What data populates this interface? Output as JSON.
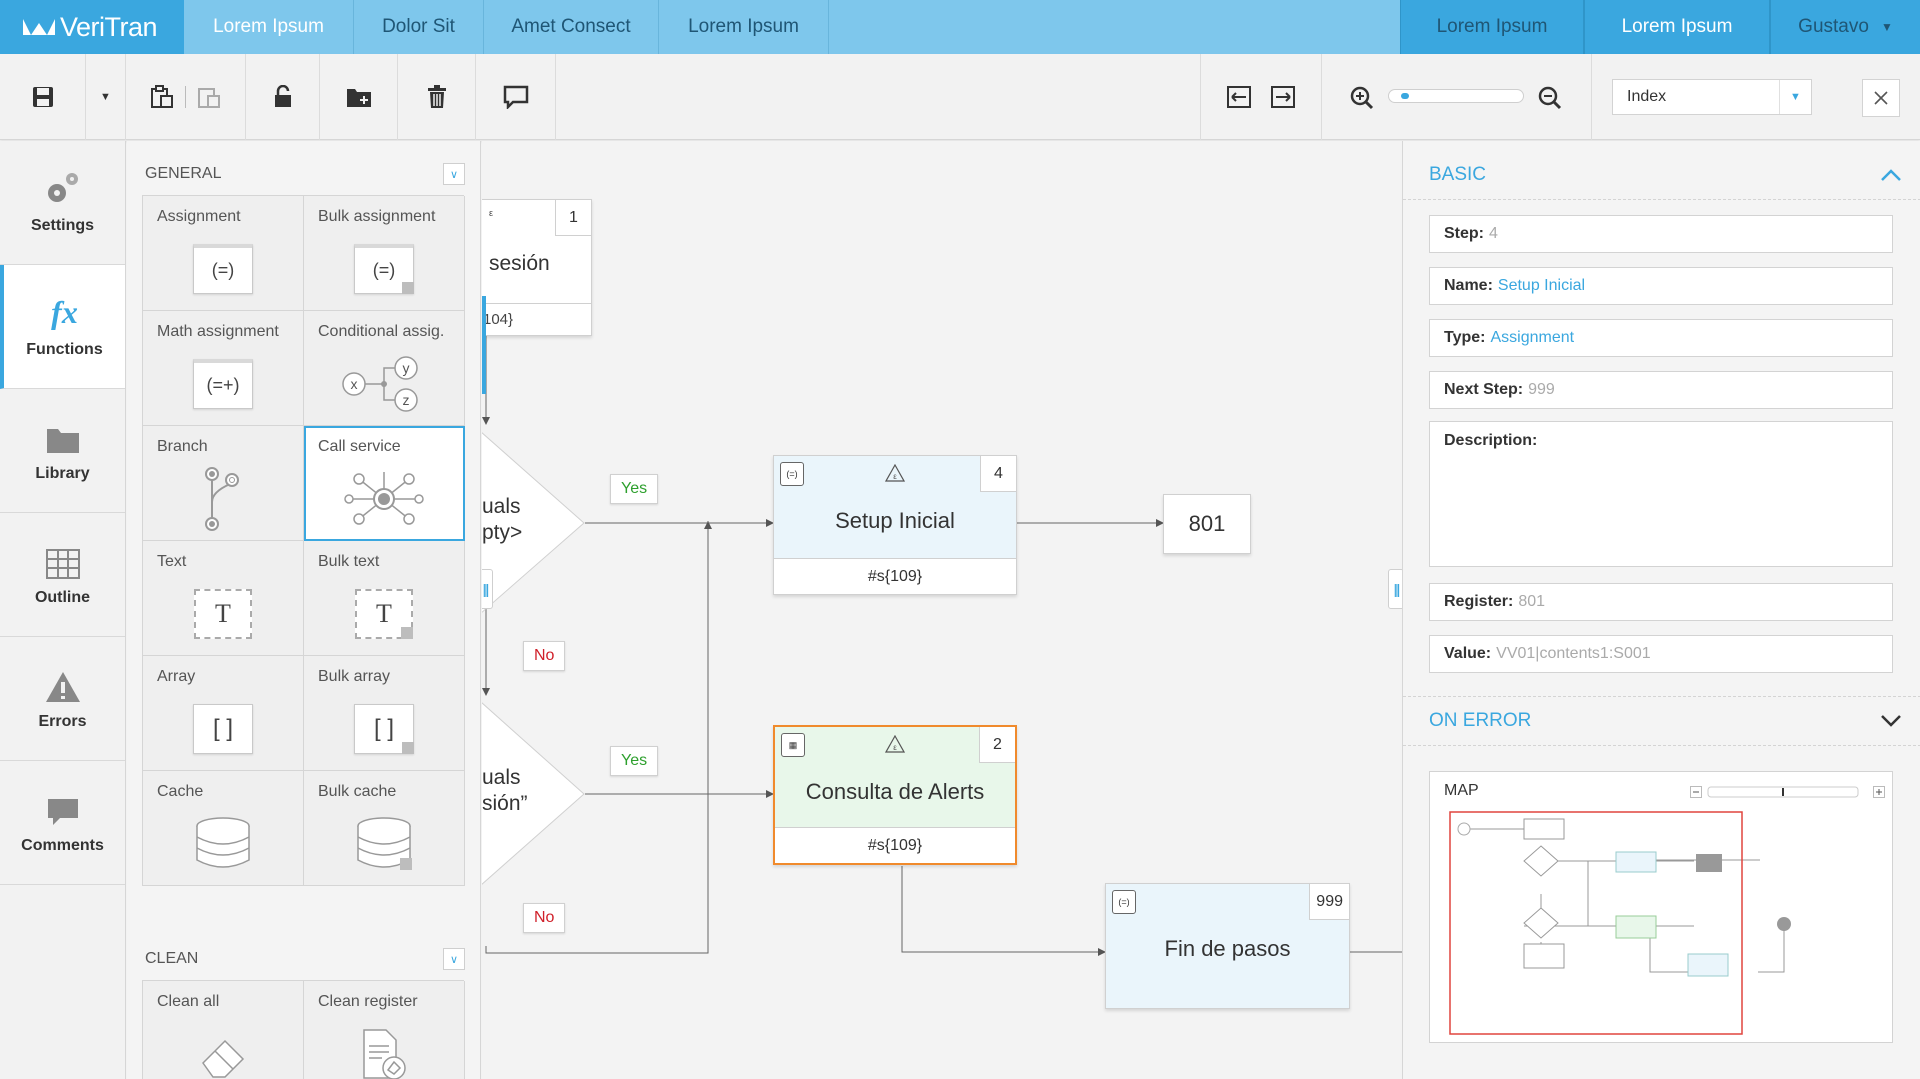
{
  "brand": {
    "name": "VeriTran"
  },
  "topnav": {
    "tabs": [
      "Lorem Ipsum",
      "Dolor Sit",
      "Amet Consect",
      "Lorem Ipsum"
    ],
    "right": [
      "Lorem Ipsum",
      "Lorem Ipsum"
    ],
    "user": "Gustavo"
  },
  "toolbar": {
    "icons": [
      "save-icon",
      "dropdown-caret-icon",
      "paste-icon",
      "copy-icon",
      "unlock-icon",
      "new-folder-icon",
      "trash-icon",
      "comment-icon",
      "collapse-width-icon",
      "expand-width-icon",
      "zoom-in-icon",
      "zoom-out-icon"
    ],
    "zoom_level": 0.05,
    "index_select": "Index"
  },
  "rail": [
    {
      "label": "Settings",
      "icon": "gears-icon"
    },
    {
      "label": "Functions",
      "icon": "fx-icon"
    },
    {
      "label": "Library",
      "icon": "folder-icon"
    },
    {
      "label": "Outline",
      "icon": "grid-icon"
    },
    {
      "label": "Errors",
      "icon": "warning-icon"
    },
    {
      "label": "Comments",
      "icon": "speech-bubble-icon"
    }
  ],
  "palette": {
    "general": {
      "title": "GENERAL",
      "items": [
        {
          "label": "Assignment",
          "glyph": "(=)"
        },
        {
          "label": "Bulk assignment",
          "glyph": "(=)"
        },
        {
          "label": "Math assignment",
          "glyph": "(=+)"
        },
        {
          "label": "Conditional assig.",
          "glyph": "",
          "x": "x",
          "y": "y",
          "z": "z"
        },
        {
          "label": "Branch",
          "glyph": ""
        },
        {
          "label": "Call service",
          "glyph": ""
        },
        {
          "label": "Text",
          "glyph": "T"
        },
        {
          "label": "Bulk text",
          "glyph": "T"
        },
        {
          "label": "Array",
          "glyph": "[ ]"
        },
        {
          "label": "Bulk array",
          "glyph": "[ ]"
        },
        {
          "label": "Cache",
          "glyph": ""
        },
        {
          "label": "Bulk cache",
          "glyph": ""
        }
      ]
    },
    "clean": {
      "title": "CLEAN",
      "items": [
        {
          "label": "Clean all"
        },
        {
          "label": "Clean register"
        }
      ]
    }
  },
  "canvas": {
    "partial_node": {
      "num": "1",
      "title": "sesión",
      "foot": "104}"
    },
    "diamond1": {
      "line1": "uals",
      "line2": "pty>"
    },
    "diamond2": {
      "line1": "uals",
      "line2": "sión”"
    },
    "yes_label": "Yes",
    "no_label": "No",
    "setup_node": {
      "num": "4",
      "title": "Setup Inicial",
      "foot": "#s{109}"
    },
    "consulta_node": {
      "num": "2",
      "title": "Consulta de Alerts",
      "foot": "#s{109}"
    },
    "fin_node": {
      "num": "999",
      "title": "Fin de pasos"
    },
    "register_node": {
      "value": "801"
    },
    "type_icon_text": "(=)"
  },
  "details": {
    "basic_title": "BASIC",
    "fields": {
      "step": {
        "k": "Step:",
        "v": "4"
      },
      "name": {
        "k": "Name:",
        "v": "Setup Inicial"
      },
      "type": {
        "k": "Type:",
        "v": "Assignment"
      },
      "next": {
        "k": "Next Step:",
        "v": "999"
      },
      "desc": {
        "k": "Description:",
        "v": ""
      },
      "register": {
        "k": "Register:",
        "v": "801"
      },
      "value": {
        "k": "Value:",
        "v": "VV01|contents1:S001"
      }
    },
    "on_error_title": "ON ERROR",
    "map_title": "MAP"
  },
  "colors": {
    "accent": "#3aa7df",
    "nav": "#7ec7ec",
    "selected_node": "#f08a2c",
    "node_blue": "#eaf5fb",
    "node_green": "#e8f7ea",
    "yes": "#2ea02e",
    "no": "#d0202a"
  }
}
